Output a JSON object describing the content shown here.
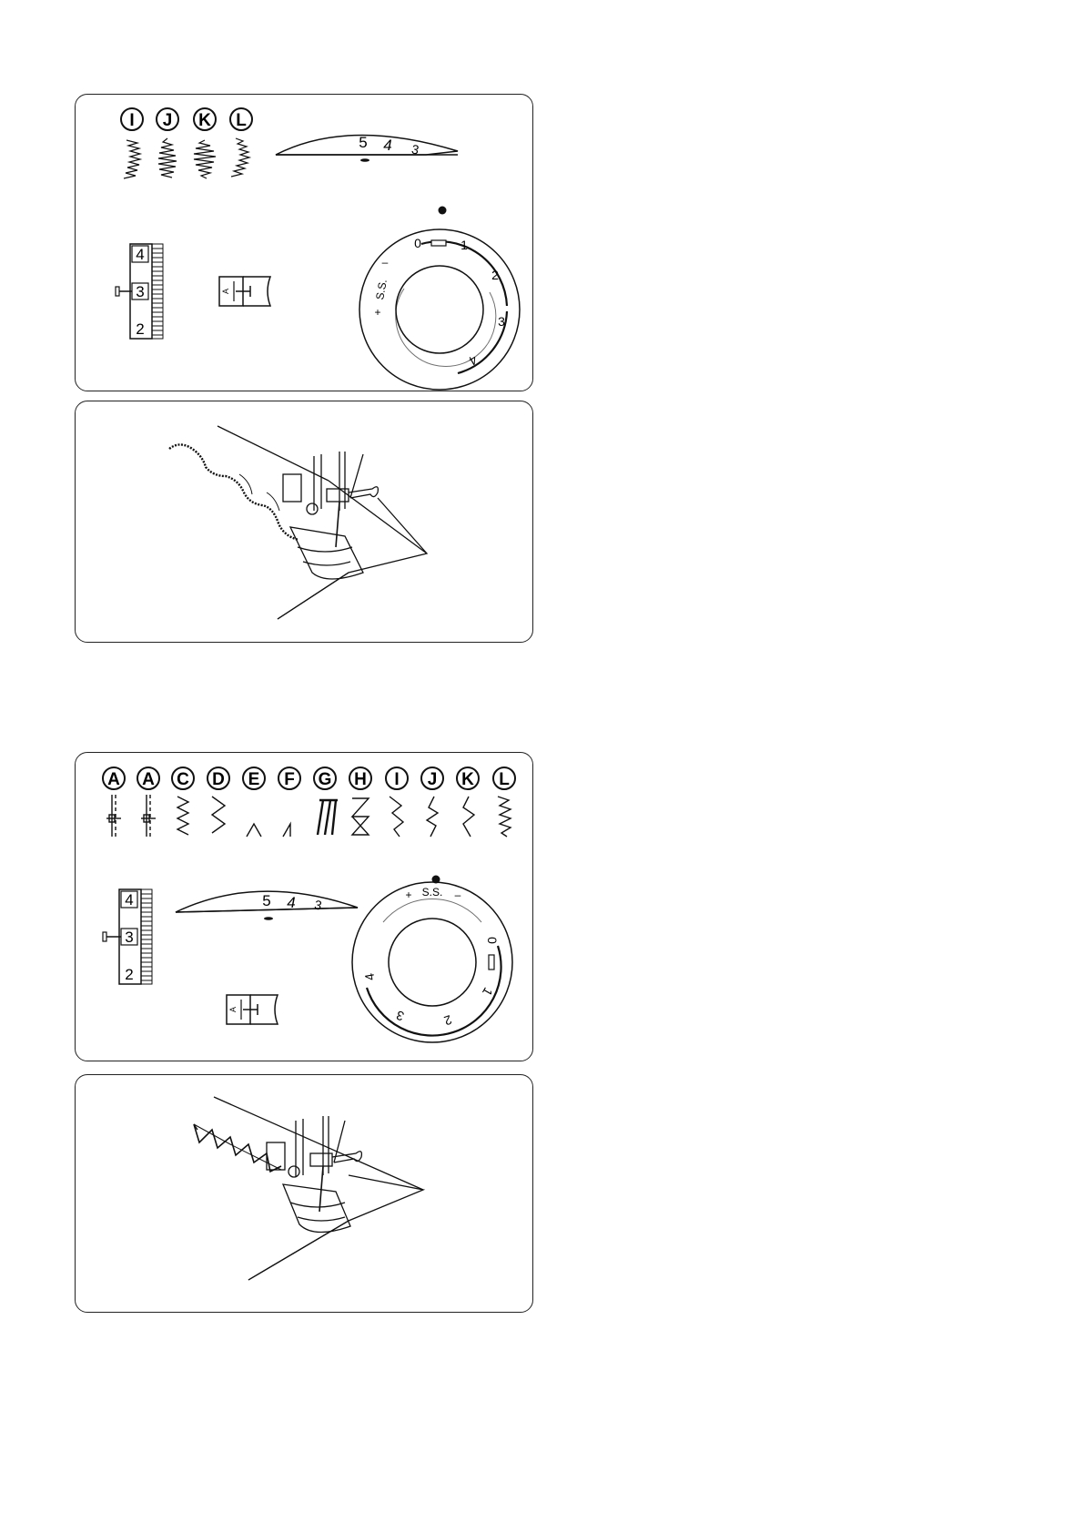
{
  "panel1": {
    "patterns": [
      "I",
      "J",
      "K",
      "L"
    ],
    "tension_scale": [
      "5",
      "4",
      "3"
    ],
    "stitch_length_marks": [
      "4",
      "3",
      "2"
    ],
    "foot_letter": "A",
    "dial_numbers": [
      "0",
      "1",
      "2",
      "3",
      "4"
    ],
    "dial_ss": "S.S.",
    "dial_plus": "+",
    "dial_minus": "–"
  },
  "panel2": {},
  "panel3": {
    "patterns": [
      "A",
      "A",
      "C",
      "D",
      "E",
      "F",
      "G",
      "H",
      "I",
      "J",
      "K",
      "L"
    ],
    "tension_scale": [
      "5",
      "4",
      "3"
    ],
    "stitch_length_marks": [
      "4",
      "3",
      "2"
    ],
    "foot_letter": "A",
    "dial_numbers": [
      "0",
      "1",
      "2",
      "3",
      "4"
    ],
    "dial_ss": "S.S.",
    "dial_plus": "+",
    "dial_minus": "–"
  },
  "panel4": {}
}
